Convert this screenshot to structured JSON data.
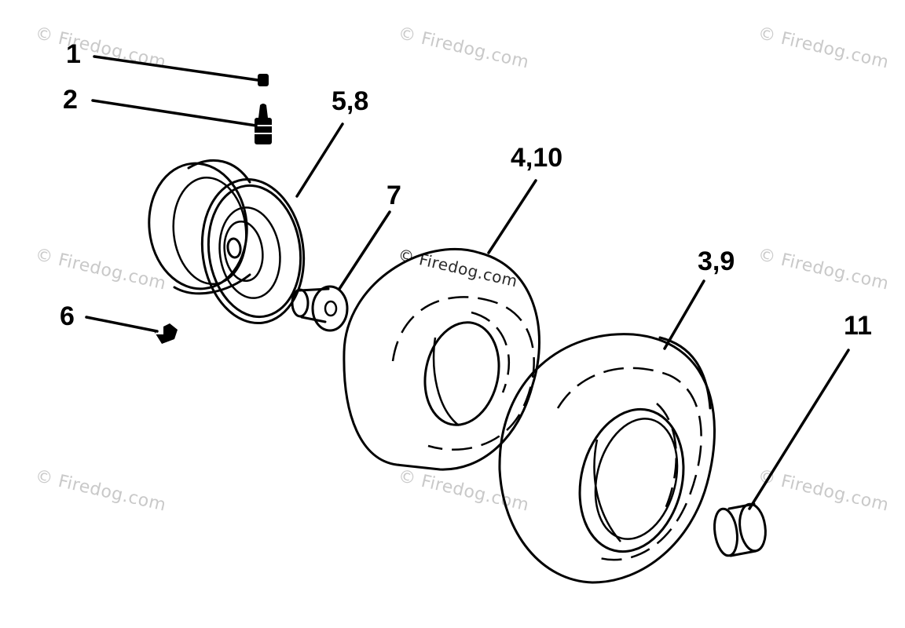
{
  "watermark": {
    "text": "© Firedog.com"
  },
  "callouts": {
    "c1": "1",
    "c2": "2",
    "c58": "5,8",
    "c7": "7",
    "c410": "4,10",
    "c39": "3,9",
    "c6": "6",
    "c11": "11"
  }
}
